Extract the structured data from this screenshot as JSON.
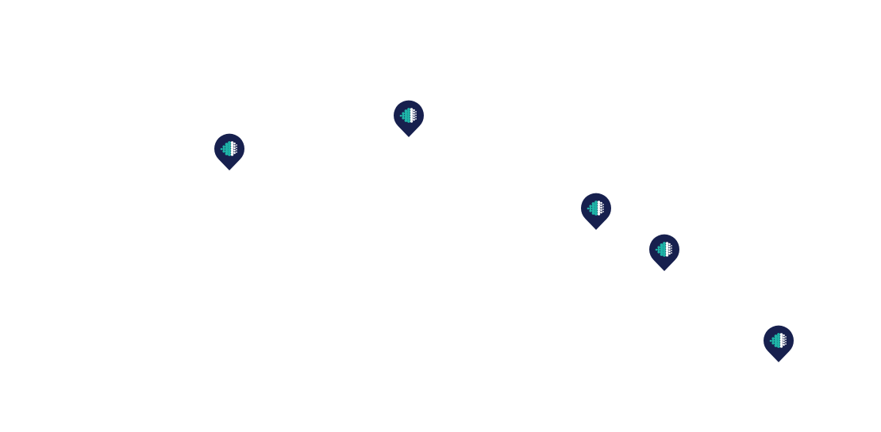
{
  "map": {
    "background": "#ffffff",
    "marker_icon": "location-pin-icon",
    "marker_logo": "dotted-globe-logo",
    "colors": {
      "pin": "#17204e",
      "dot_teal": "#1fb5a8",
      "dot_white": "#ffffff"
    },
    "markers": [
      {
        "id": "marker-1"
      },
      {
        "id": "marker-2"
      },
      {
        "id": "marker-3"
      },
      {
        "id": "marker-4"
      },
      {
        "id": "marker-5"
      }
    ]
  }
}
